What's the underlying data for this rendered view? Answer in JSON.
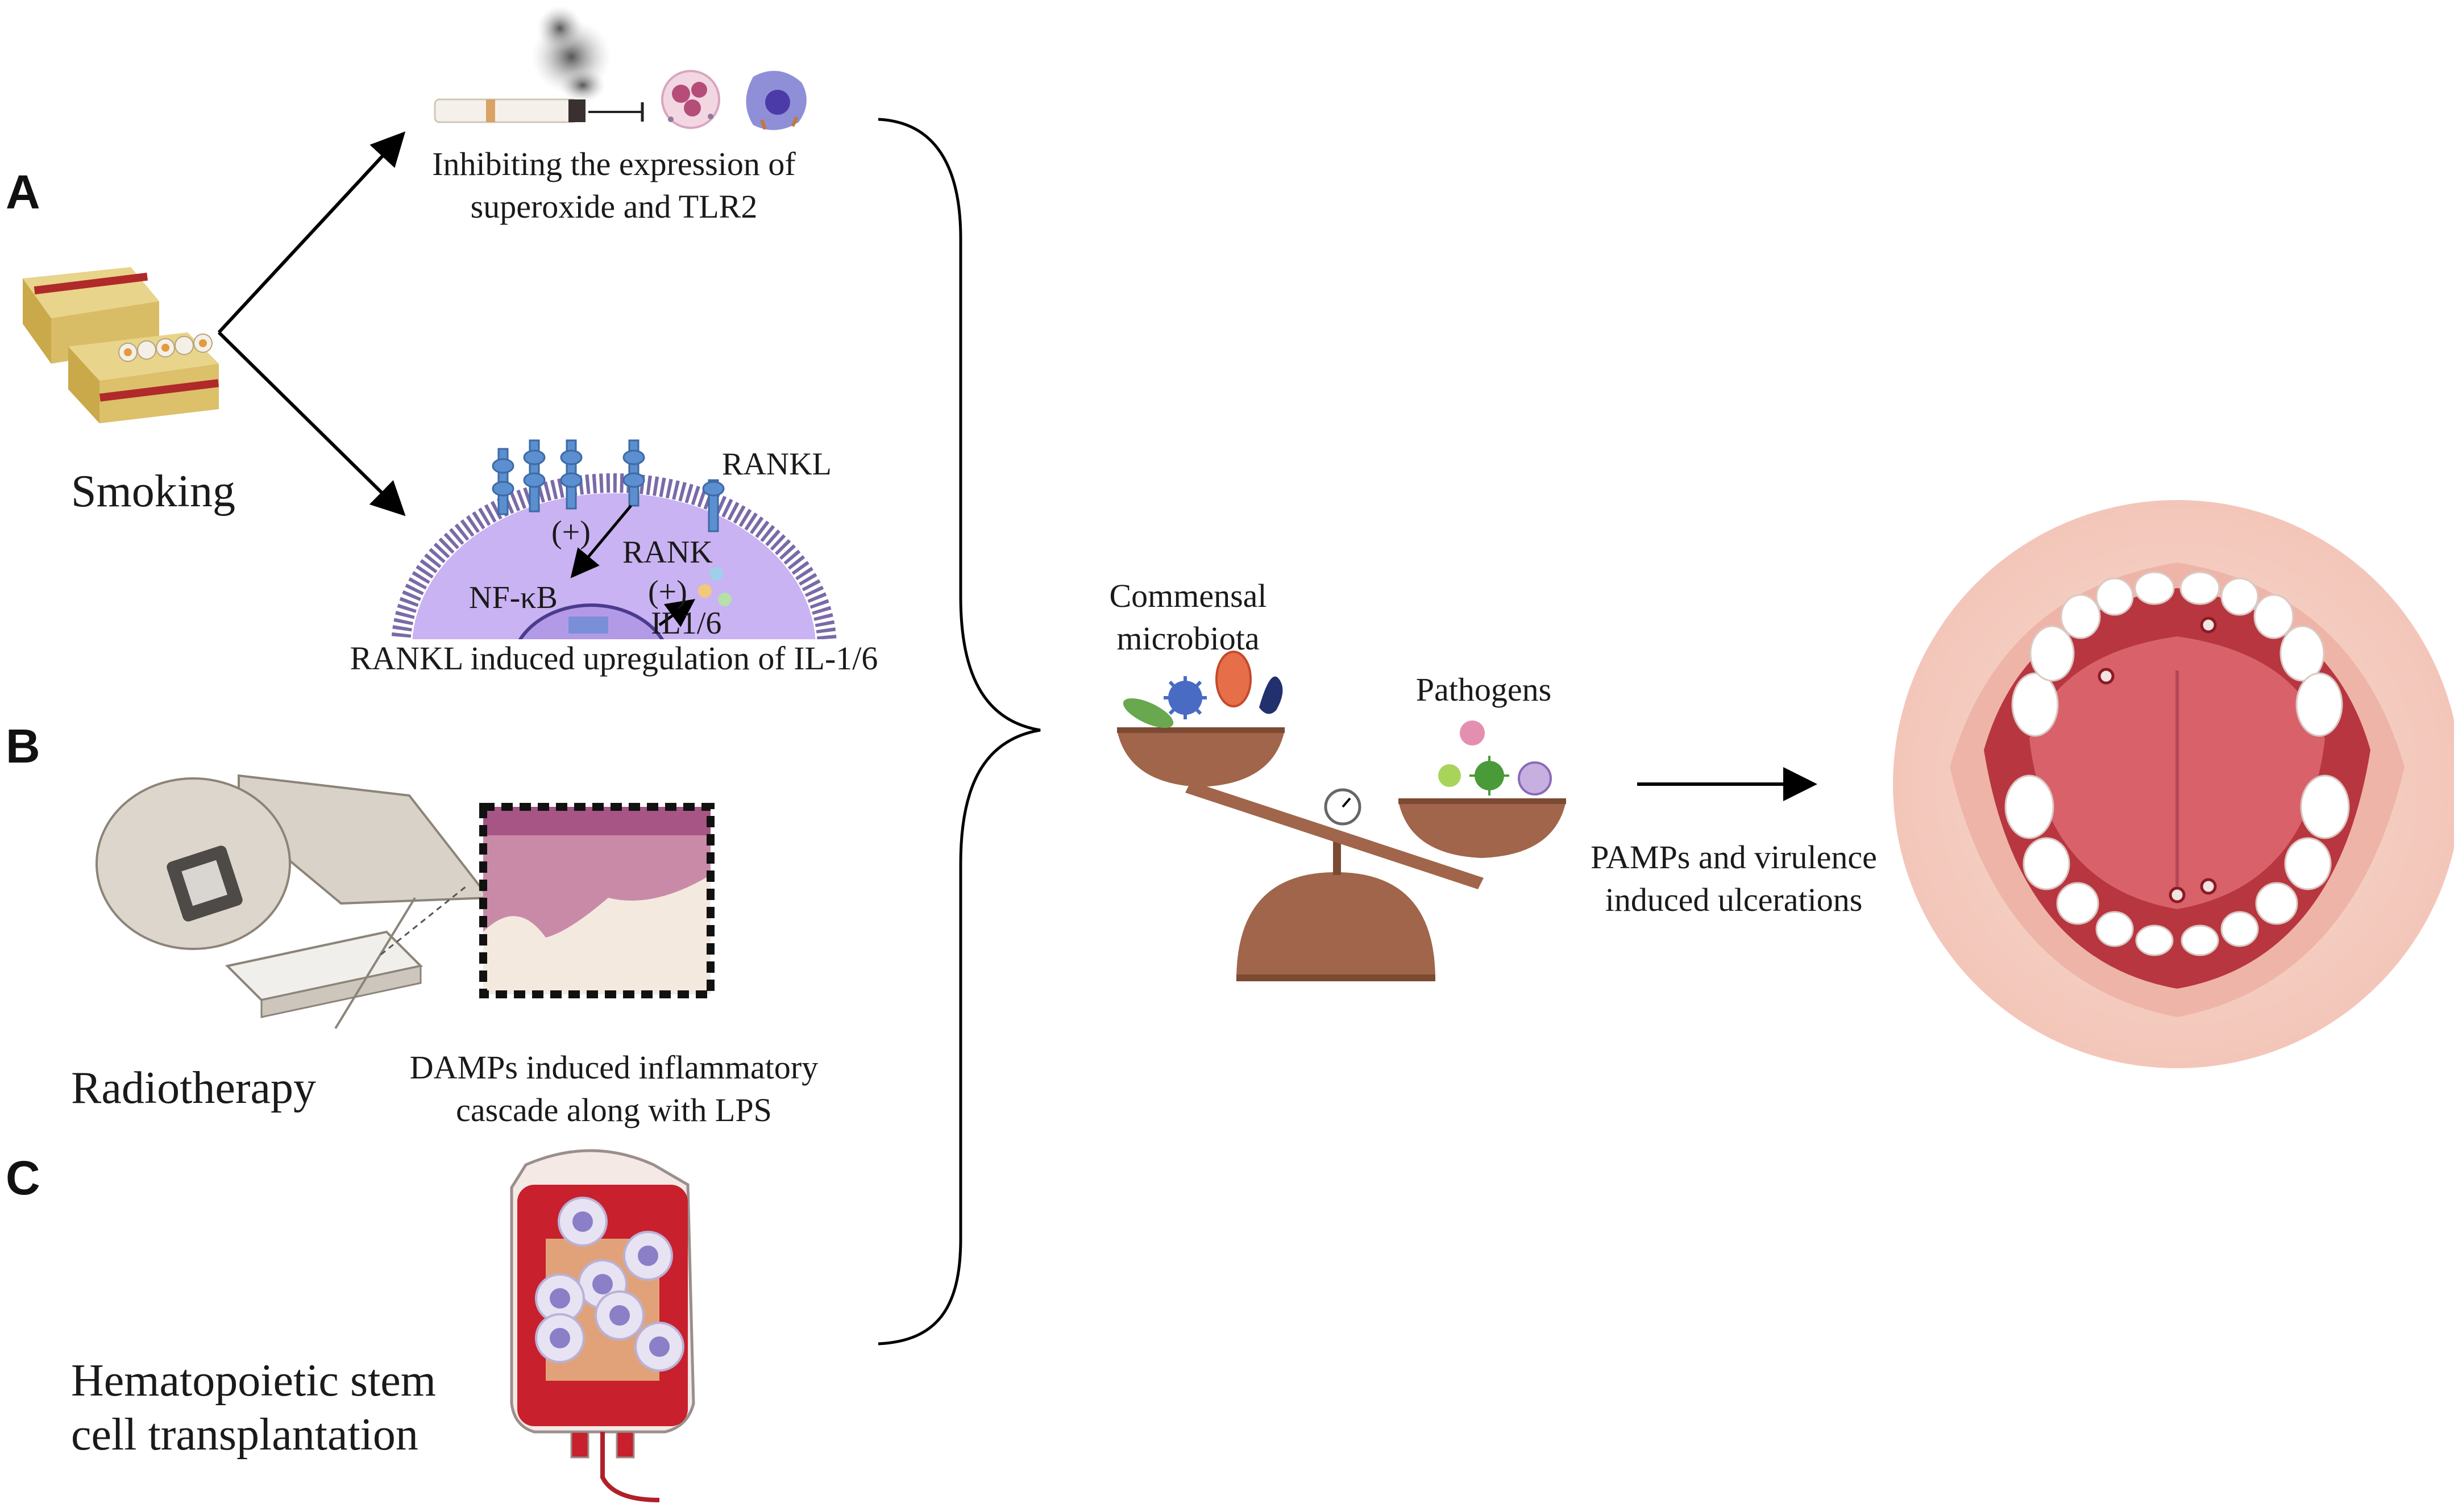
{
  "panels": {
    "a": {
      "letter": "A",
      "source": "Smoking"
    },
    "b": {
      "letter": "B",
      "source": "Radiotherapy"
    },
    "c": {
      "letter": "C",
      "source_line1": "Hematopoietic stem",
      "source_line2": "cell transplantation"
    }
  },
  "smoking_effects": {
    "top_line1": "Inhibiting the expression of",
    "top_line2": "superoxide and TLR2",
    "bottom_caption": "RANKL induced upregulation of  IL-1/6"
  },
  "cell_labels": {
    "rankl": "RANKL",
    "rank": "RANK",
    "plus1": "(+)",
    "plus2": "(+)",
    "nfkb": "NF-κB",
    "il16": "IL1/6"
  },
  "radiotherapy_effect": {
    "line1": "DAMPs induced inflammatory",
    "line2": "cascade along with LPS"
  },
  "balance": {
    "left_line1": "Commensal",
    "left_line2": "microbiota",
    "right": "Pathogens"
  },
  "outcome": {
    "line1": "PAMPs and virulence",
    "line2": "induced ulcerations"
  },
  "colors": {
    "balance_bronze": "#a0654a",
    "cell_purple": "#c9b3f2",
    "blood_red": "#c8202c",
    "mouth_bg": "#f6cfc4",
    "tongue": "#d9626a",
    "receptor_blue": "#5b8fd0"
  }
}
